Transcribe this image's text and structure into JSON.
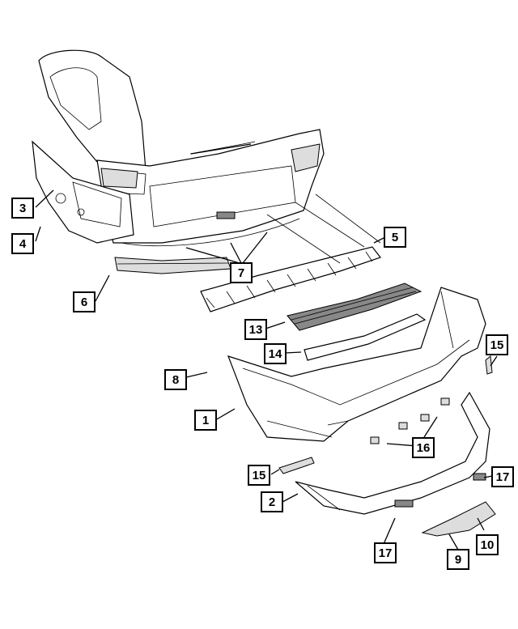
{
  "callouts": [
    {
      "id": "c1",
      "label": "1"
    },
    {
      "id": "c2",
      "label": "2"
    },
    {
      "id": "c3",
      "label": "3"
    },
    {
      "id": "c4",
      "label": "4"
    },
    {
      "id": "c5",
      "label": "5"
    },
    {
      "id": "c6",
      "label": "6"
    },
    {
      "id": "c7",
      "label": "7"
    },
    {
      "id": "c8",
      "label": "8"
    },
    {
      "id": "c9",
      "label": "9"
    },
    {
      "id": "c10",
      "label": "10"
    },
    {
      "id": "c13",
      "label": "13"
    },
    {
      "id": "c14",
      "label": "14"
    },
    {
      "id": "c15a",
      "label": "15"
    },
    {
      "id": "c15b",
      "label": "15"
    },
    {
      "id": "c16",
      "label": "16"
    },
    {
      "id": "c17a",
      "label": "17"
    },
    {
      "id": "c17b",
      "label": "17"
    }
  ]
}
